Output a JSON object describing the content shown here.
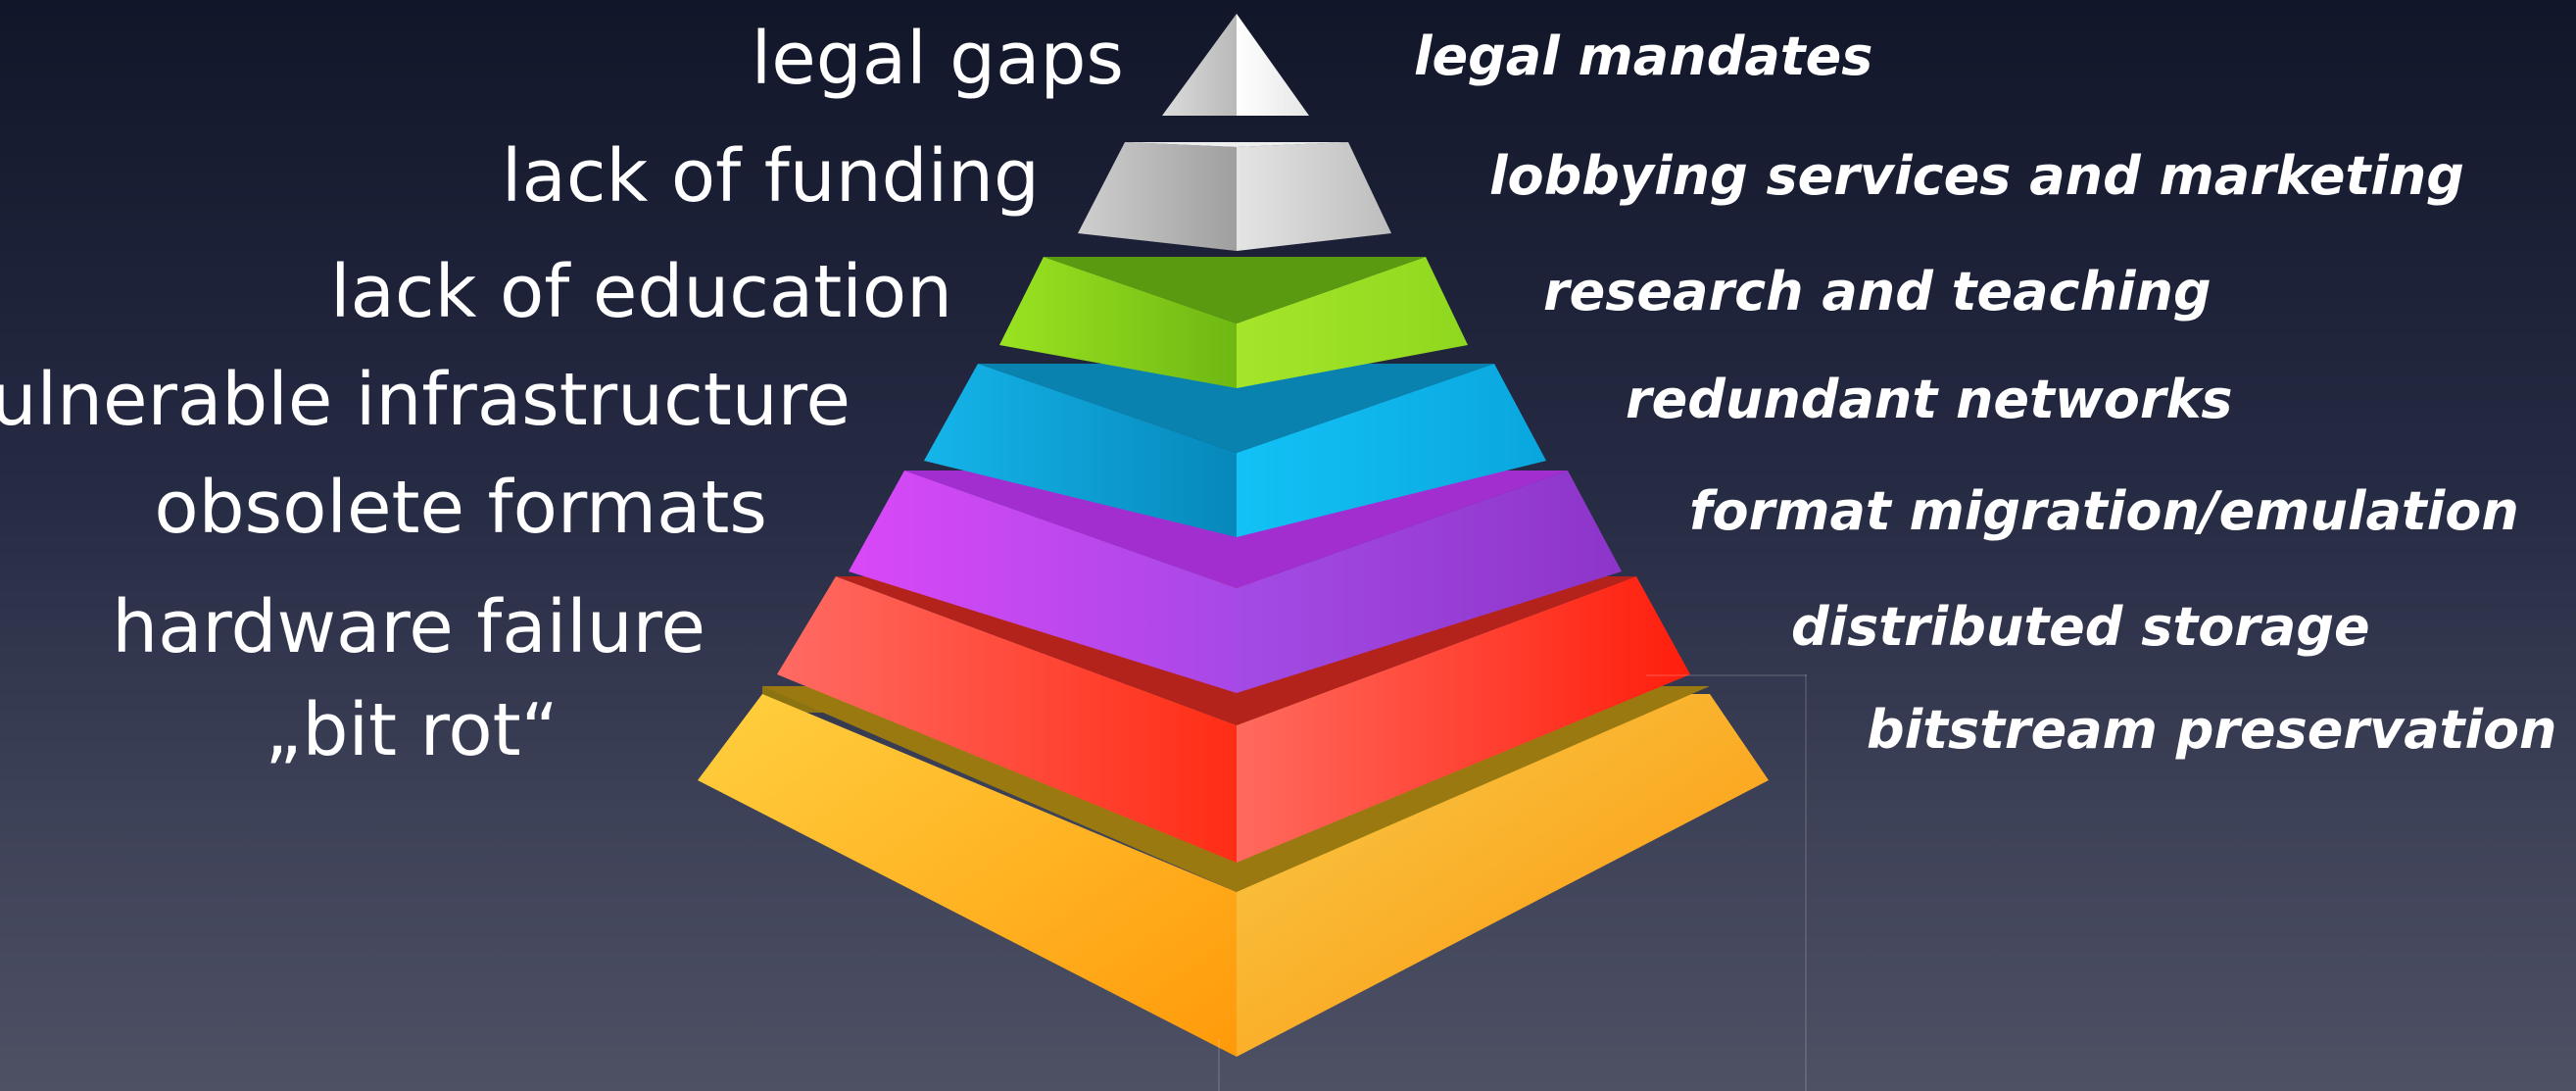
{
  "levels": [
    {
      "problem": "legal gaps",
      "solution": "legal mandates",
      "colors": {
        "left": "#c8c8c8",
        "right": "#f2f2f2",
        "top": "#ffffff"
      }
    },
    {
      "problem": "lack of funding",
      "solution": "lobbying services and marketing",
      "colors": {
        "left": "#a9a9a9",
        "right": "#d6d6d6",
        "top": "#eeeeee"
      }
    },
    {
      "problem": "lack of education",
      "solution": "research and teaching",
      "colors": {
        "left": "#7fc91c",
        "right": "#a6e52d",
        "top": "#5a9a10"
      }
    },
    {
      "problem": "vulnerable infrastructure",
      "solution": "redundant networks",
      "colors": {
        "left": "#0799c9",
        "right": "#12c3f5",
        "top": "#0a82b0"
      }
    },
    {
      "problem": "obsolete formats",
      "solution": "format migration/emulation",
      "colors": {
        "left": "#c43ff3",
        "right": "#9b3ad6",
        "top": "#a32ed0"
      }
    },
    {
      "problem": "hardware failure",
      "solution": "distributed storage",
      "colors": {
        "left": "#ff4a3a",
        "right": "#ff2a1a",
        "top": "#b3221b"
      }
    },
    {
      "problem": "„bit rot“",
      "solution": "bitstream preservation",
      "colors": {
        "left": "#ffb11f",
        "right": "#ffa01a",
        "top": "#9a7a10"
      }
    }
  ]
}
